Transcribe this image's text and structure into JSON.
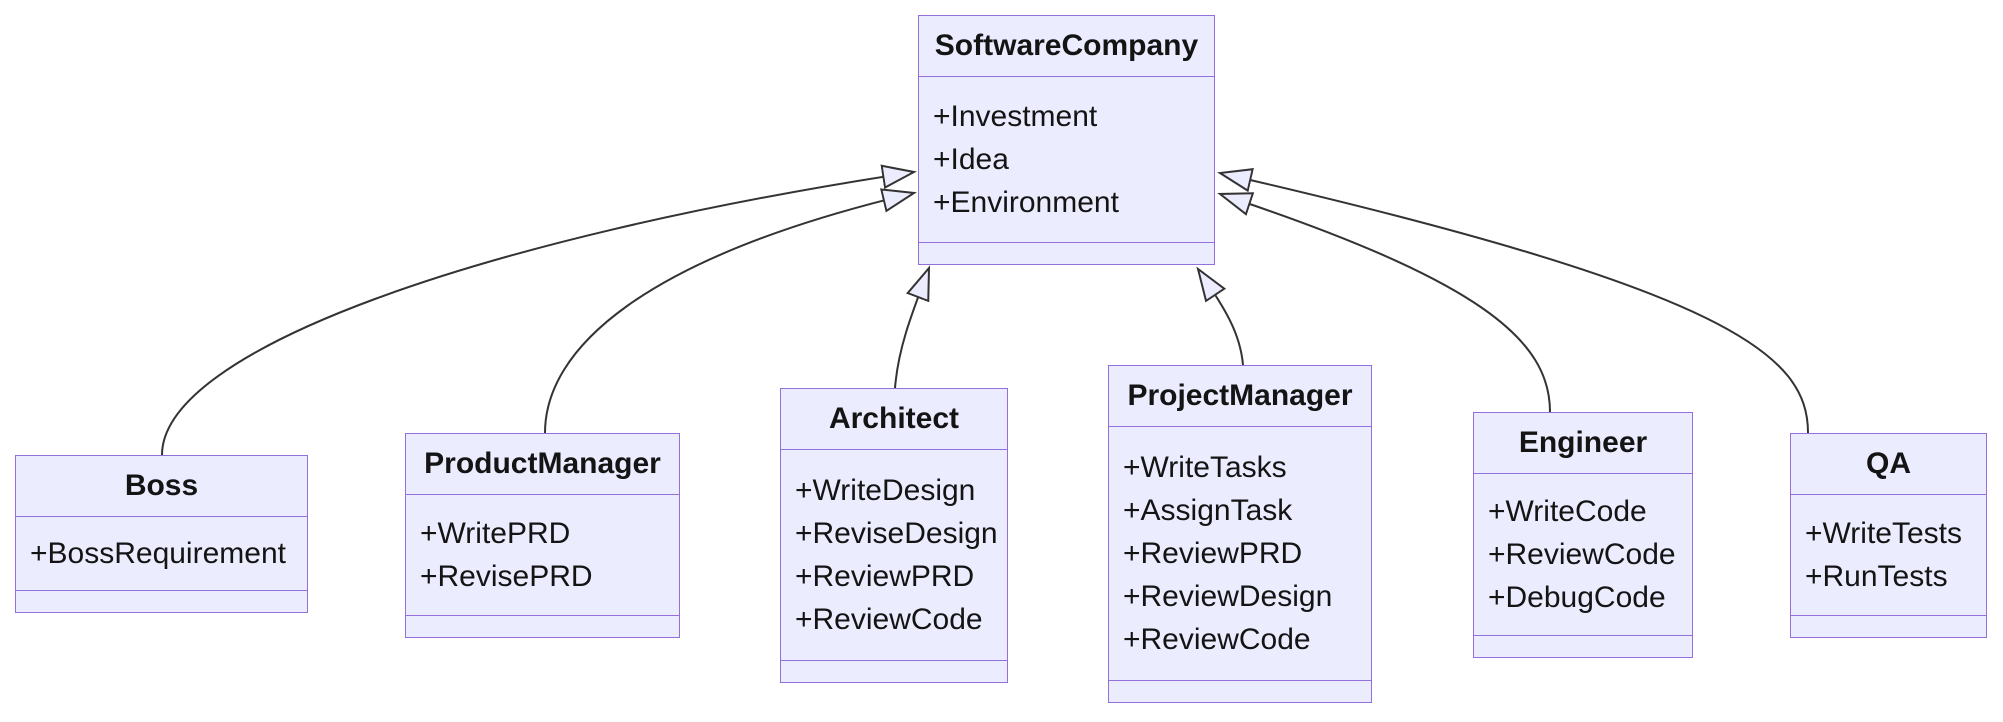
{
  "diagram": {
    "kind": "uml-class-diagram",
    "colors": {
      "node_fill": "#ECECFF",
      "node_border": "#9370DB",
      "edge_stroke": "#333333",
      "text": "#141414"
    },
    "classes": [
      {
        "name": "SoftwareCompany",
        "attributes": [
          "+Investment",
          "+Idea",
          "+Environment"
        ]
      },
      {
        "name": "Boss",
        "attributes": [
          "+BossRequirement"
        ]
      },
      {
        "name": "ProductManager",
        "attributes": [
          "+WritePRD",
          "+RevisePRD"
        ]
      },
      {
        "name": "Architect",
        "attributes": [
          "+WriteDesign",
          "+ReviseDesign",
          "+ReviewPRD",
          "+ReviewCode"
        ]
      },
      {
        "name": "ProjectManager",
        "attributes": [
          "+WriteTasks",
          "+AssignTask",
          "+ReviewPRD",
          "+ReviewDesign",
          "+ReviewCode"
        ]
      },
      {
        "name": "Engineer",
        "attributes": [
          "+WriteCode",
          "+ReviewCode",
          "+DebugCode"
        ]
      },
      {
        "name": "QA",
        "attributes": [
          "+WriteTests",
          "+RunTests"
        ]
      }
    ],
    "relations": [
      {
        "from": "Boss",
        "to": "SoftwareCompany",
        "type": "inheritance"
      },
      {
        "from": "ProductManager",
        "to": "SoftwareCompany",
        "type": "inheritance"
      },
      {
        "from": "Architect",
        "to": "SoftwareCompany",
        "type": "inheritance"
      },
      {
        "from": "ProjectManager",
        "to": "SoftwareCompany",
        "type": "inheritance"
      },
      {
        "from": "Engineer",
        "to": "SoftwareCompany",
        "type": "inheritance"
      },
      {
        "from": "QA",
        "to": "SoftwareCompany",
        "type": "inheritance"
      }
    ]
  }
}
